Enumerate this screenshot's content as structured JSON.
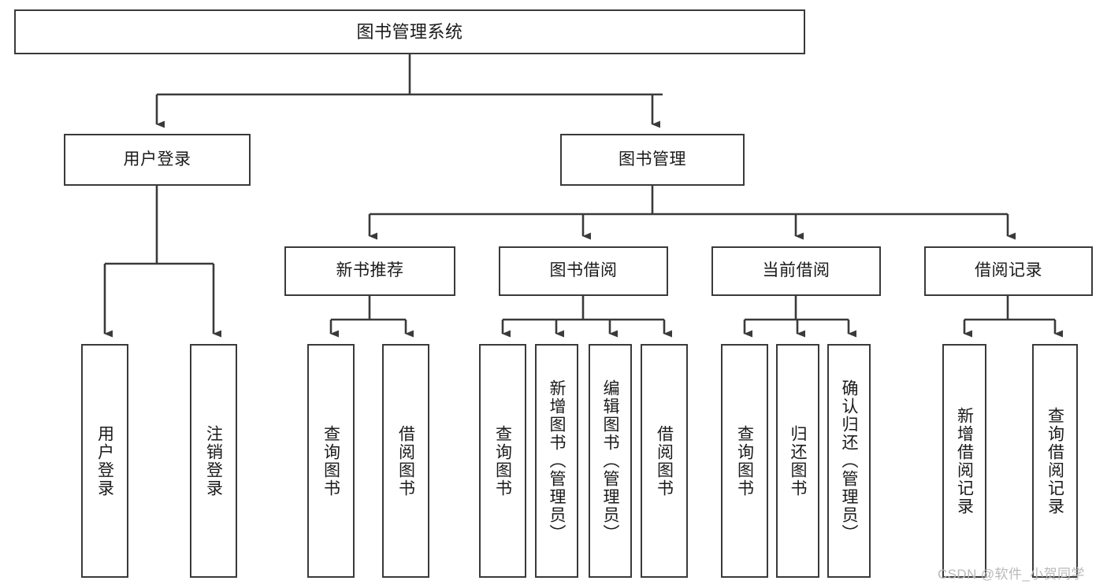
{
  "diagram": {
    "title": "图书管理系统",
    "type": "hierarchy-tree",
    "colors": {
      "box_border": "#3a3a3a",
      "box_fill": "#ffffff",
      "line": "#3a3a3a",
      "text": "#1a1a1a",
      "watermark": "#b9b9b9",
      "background": "#ffffff"
    },
    "root": {
      "label": "图书管理系统"
    },
    "level2": [
      {
        "label": "用户登录"
      },
      {
        "label": "图书管理"
      }
    ],
    "level3": [
      {
        "label": "新书推荐"
      },
      {
        "label": "图书借阅"
      },
      {
        "label": "当前借阅"
      },
      {
        "label": "借阅记录"
      }
    ],
    "leaves_user_login": [
      {
        "label": "用户登录"
      },
      {
        "label": "注销登录"
      }
    ],
    "leaves_new_book": [
      {
        "label": "查询图书"
      },
      {
        "label": "借阅图书"
      }
    ],
    "leaves_borrow": [
      {
        "label": "查询图书"
      },
      {
        "label": "新增图书（管理员）"
      },
      {
        "label": "编辑图书（管理员）"
      },
      {
        "label": "借阅图书"
      }
    ],
    "leaves_current": [
      {
        "label": "查询图书"
      },
      {
        "label": "归还图书"
      },
      {
        "label": "确认归还（管理员）"
      }
    ],
    "leaves_records": [
      {
        "label": "新增借阅记录"
      },
      {
        "label": "查询借阅记录"
      }
    ]
  },
  "watermark": {
    "text": "CSDN @软件_小贺同学"
  }
}
